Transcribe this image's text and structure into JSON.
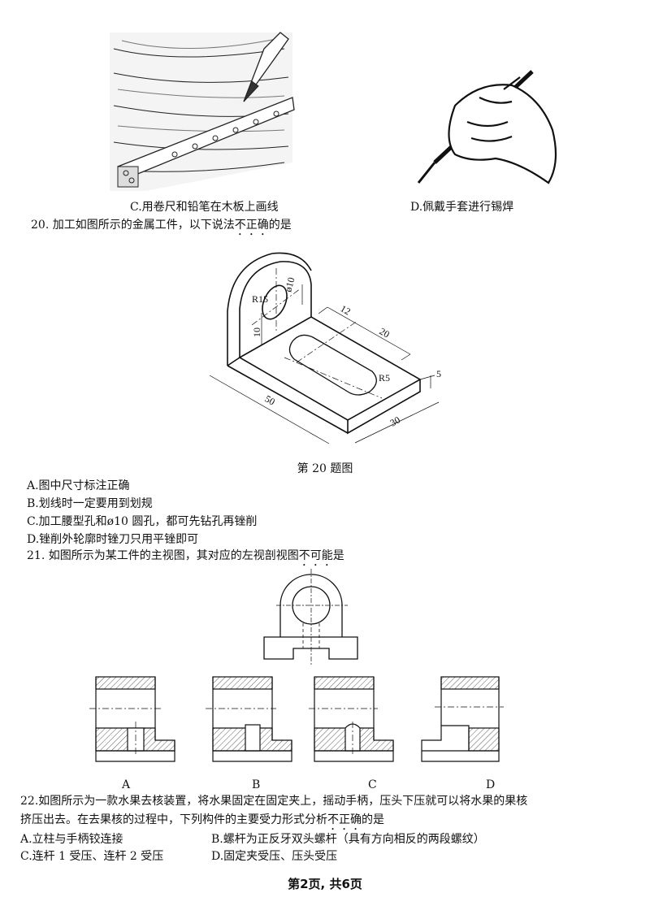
{
  "q19": {
    "caption_c": "C.用卷尺和铅笔在木板上画线",
    "caption_d": "D.佩戴手套进行锡焊"
  },
  "q20": {
    "stem_pre": "20. 加工如图所示的金属工件，以下说法",
    "stem_emph": "不正确",
    "stem_post": "的是",
    "figure_caption": "第 20 题图",
    "dims": {
      "r15": "R15",
      "phi10": "ø10",
      "d10": "10",
      "d12": "12",
      "d20": "20",
      "r5": "R5",
      "d5": "5",
      "d50": "50",
      "d30": "30"
    },
    "options": [
      "A.图中尺寸标注正确",
      "B.划线时一定要用到划规",
      "C.加工腰型孔和ø10 圆孔，都可先钻孔再锉削",
      "D.锉削外轮廓时锉刀只用平锉即可"
    ]
  },
  "q21": {
    "stem_pre": "21. 如图所示为某工件的主视图，其对应的左视剖视图",
    "stem_emph": "不可能",
    "stem_post": "是",
    "labels": [
      "A",
      "B",
      "C",
      "D"
    ]
  },
  "q22": {
    "stem_line1": "22.如图所示为一款水果去核装置，将水果固定在固定夹上，摇动手柄，压头下压就可以将水果的果核",
    "stem_line2_pre": "挤压出去。在去果核的过程中，下列构件的主要受力形式分析",
    "stem_line2_emph": "不正确",
    "stem_line2_post": "的是",
    "options": [
      "A.立柱与手柄铰连接",
      "B.螺杆为正反牙双头螺杆（具有方向相反的两段螺纹）",
      "C.连杆 1 受压、连杆 2 受压",
      "D.固定夹受压、压头受压"
    ]
  },
  "footer": "第2页, 共6页"
}
